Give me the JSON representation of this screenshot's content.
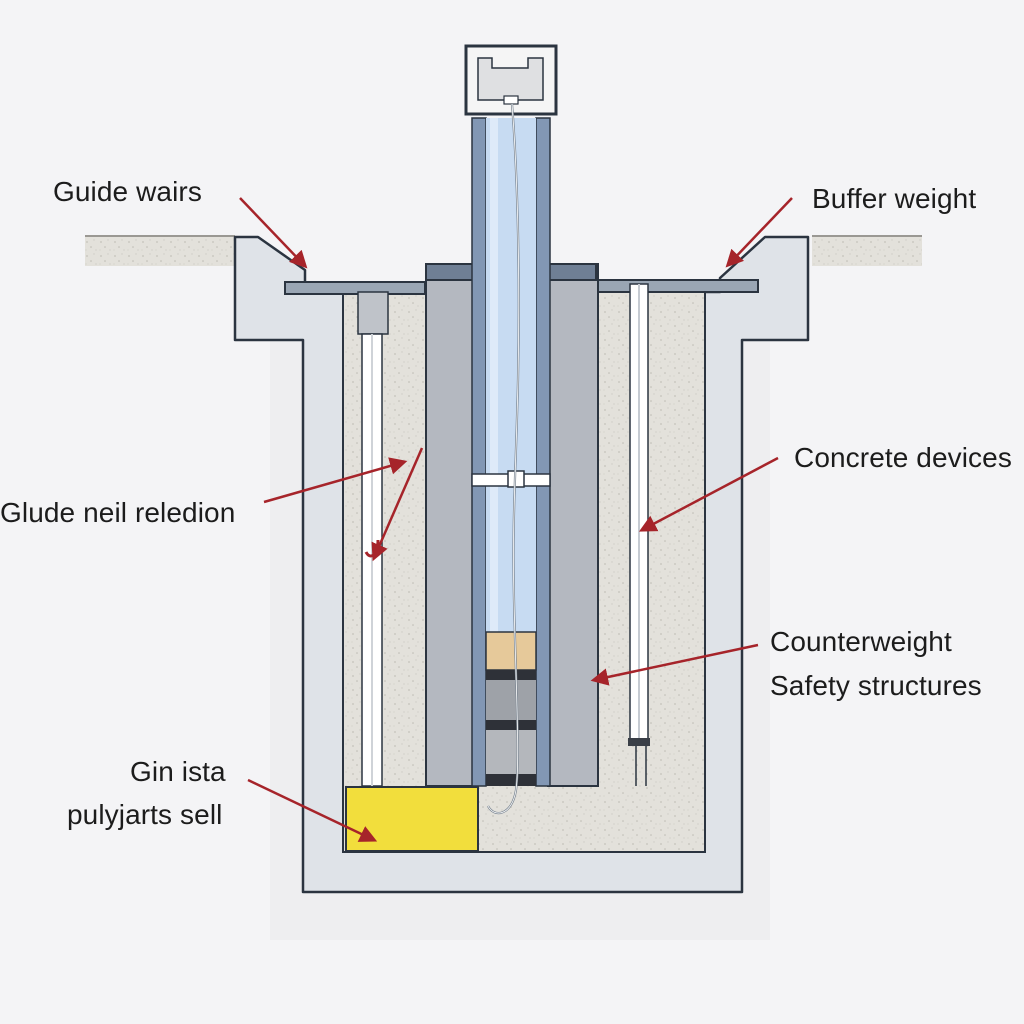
{
  "labels": {
    "guide_wairs": "Guide wairs",
    "buffer_weight": "Buffer weight",
    "concrete_devices": "Concrete devices",
    "glude_neil_reledion": "Glude neil reledion",
    "counterweight": "Counterweight",
    "safety_structures": "Safety structures",
    "gin_ista": "Gin ista",
    "pulyjarts_sell": "pulyjarts sell"
  },
  "colors": {
    "background": "#f4f4f6",
    "concrete_wall": "#dfe3e8",
    "concrete_fill": "#e3e1db",
    "shaft_glass": "#c7dbf2",
    "rail_blue": "#8297b4",
    "rail_grey": "#b4b8c0",
    "buffer_yellow": "#f2de3c",
    "arrow_red": "#a6242a",
    "outline": "#2b3440"
  }
}
